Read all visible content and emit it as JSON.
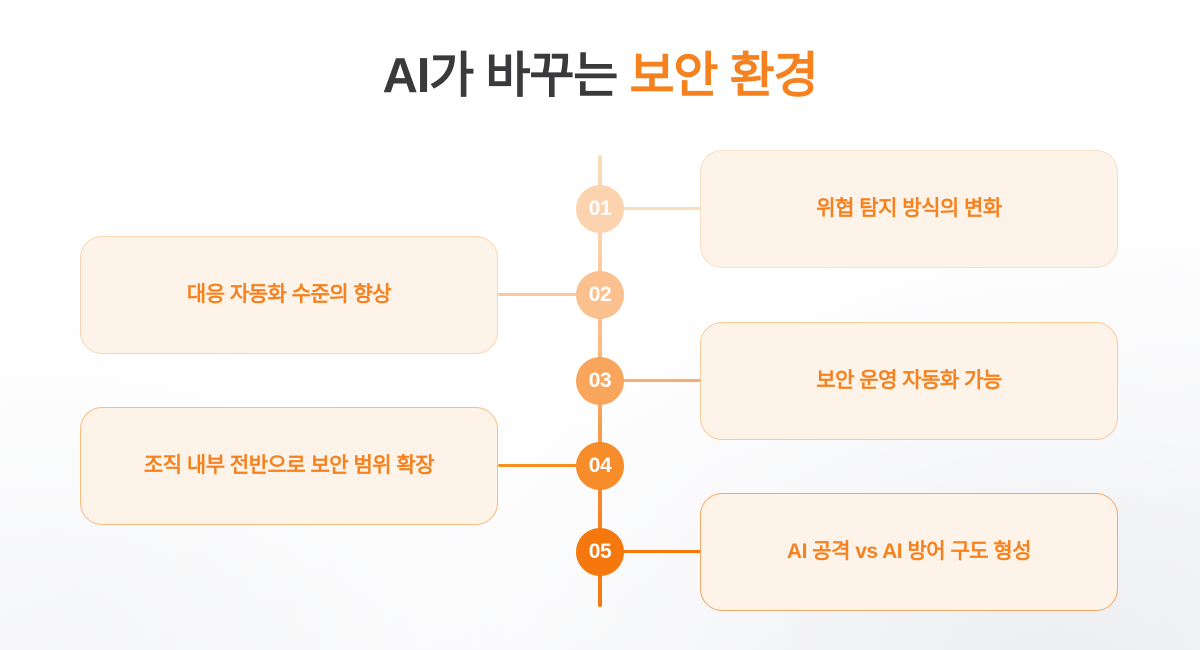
{
  "title": {
    "main": "AI가 바꾸는 ",
    "accent": "보안 환경"
  },
  "colors": {
    "accent": "#F5821F",
    "accent_deep": "#F4780B",
    "title_dark": "#3A3A3C",
    "card_bg": "#FDF3E8",
    "page_bg": "#FFFFFF"
  },
  "timeline": {
    "orientation": "vertical",
    "steps": [
      {
        "number": "01",
        "label": "위협 탐지 방식의 변화",
        "side": "right",
        "node_color": "#FBD3AF"
      },
      {
        "number": "02",
        "label": "대응 자동화 수준의 향상",
        "side": "left",
        "node_color": "#FAC08E"
      },
      {
        "number": "03",
        "label": "보안 운영 자동화 가능",
        "side": "right",
        "node_color": "#F9A65C"
      },
      {
        "number": "04",
        "label": "조직 내부 전반으로 보안 범위 확장",
        "side": "left",
        "node_color": "#F78C2B"
      },
      {
        "number": "05",
        "label": "AI 공격 vs  AI 방어 구도 형성",
        "side": "right",
        "node_color": "#F4780B"
      }
    ]
  }
}
